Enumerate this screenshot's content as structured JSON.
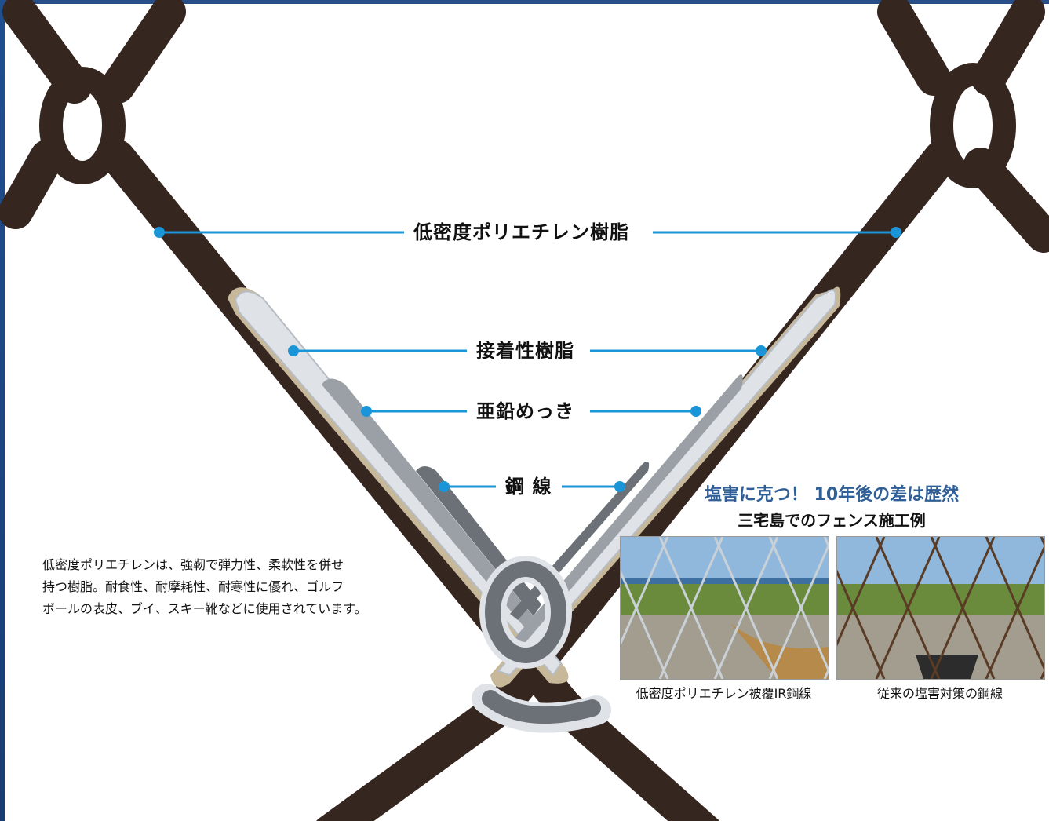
{
  "layers": {
    "outer_coating": "低密度ポリエチレン樹脂",
    "adhesive_resin": "接着性樹脂",
    "zinc_plating": "亜鉛めっき",
    "steel_wire": "鋼 線"
  },
  "description": [
    "低密度ポリエチレンは、強靭で弾力性、柔軟性を併せ",
    "持つ樹脂。耐食性、耐摩耗性、耐寒性に優れ、ゴルフ",
    "ボールの表皮、ブイ、スキー靴などに使用されています。"
  ],
  "case_study": {
    "tagline": "塩害に克つ！ 10年後の差は歴然",
    "subtitle": "三宅島でのフェンス施工例",
    "photos": [
      {
        "caption": "低密度ポリエチレン被覆IR鋼線",
        "wire_condition": "intact"
      },
      {
        "caption": "従来の塩害対策の鋼線",
        "wire_condition": "rusted"
      }
    ]
  },
  "colors": {
    "coating": "#3a2a22",
    "adhesive": "#dfe3e8",
    "zinc": "#9aa0a5",
    "steel": "#6b7176",
    "leader": "#1a96d8",
    "accent_text": "#2f5f96"
  }
}
